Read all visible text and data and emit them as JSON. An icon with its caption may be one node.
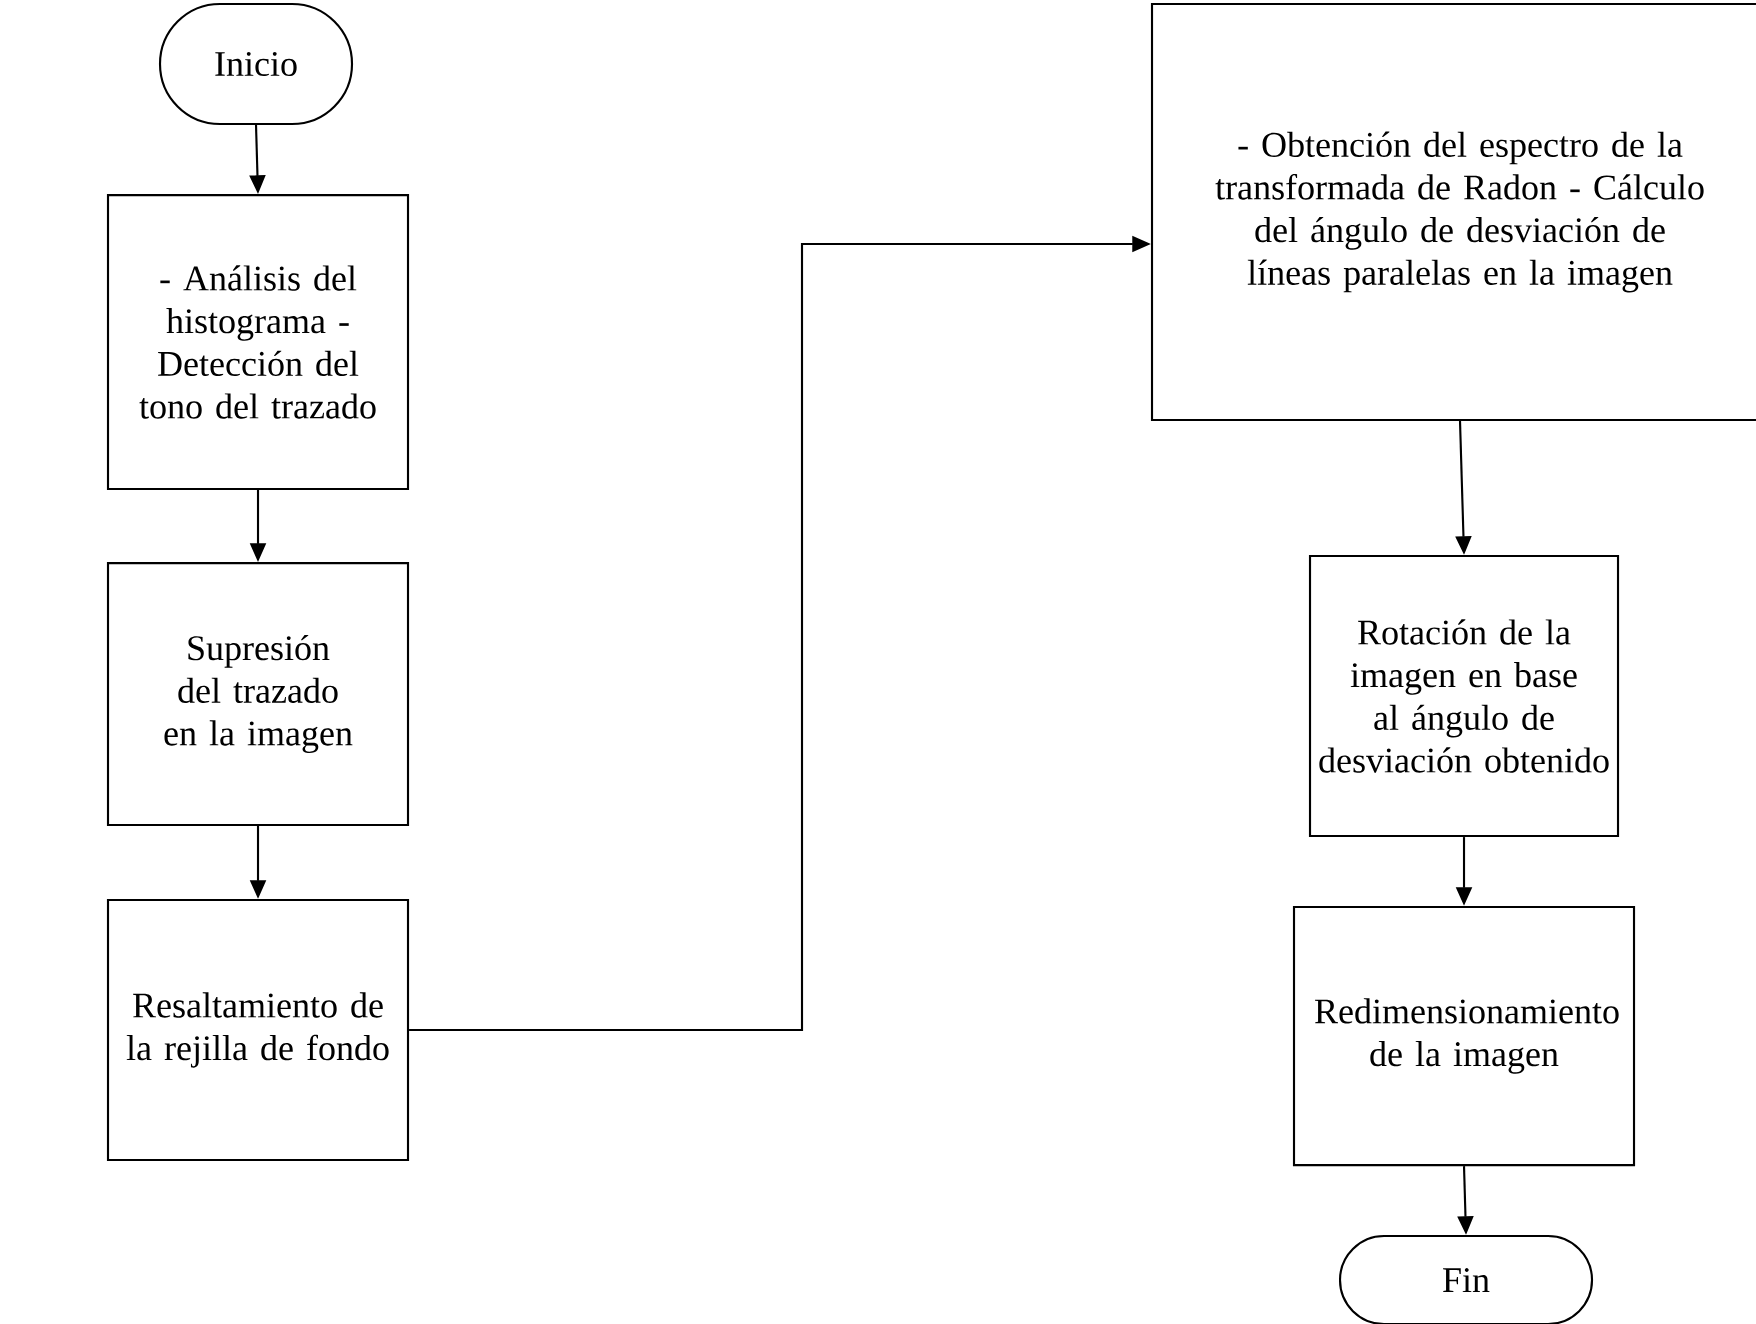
{
  "diagram": {
    "nodes": [
      {
        "text": [
          "Inicio"
        ]
      },
      {
        "text": [
          "- Análisis del histograma - Detección del tono del trazado"
        ]
      },
      {
        "text": [
          "Supresión del trazado en la imagen"
        ]
      },
      {
        "text": [
          "Resaltamiento de la rejilla de fondo"
        ]
      },
      {
        "text": [
          "- Obtención del espectro de la transformada de Radon - Cálculo del ángulo de desviación de líneas paralelas en la imagen"
        ]
      },
      {
        "text": [
          "Rotación de la imagen en base al ángulo de desviación obtenido"
        ]
      },
      {
        "text": [
          "Redimensionamiento de la imagen"
        ]
      },
      {
        "text": [
          "Fin"
        ]
      }
    ],
    "edges": [
      {
        "from": 0,
        "to": 1,
        "arrow": "to"
      },
      {
        "from": 1,
        "to": 2,
        "arrow": "to"
      },
      {
        "from": 2,
        "to": 3,
        "arrow": "to"
      },
      {
        "from": 3,
        "to": 4,
        "arrow": "to"
      },
      {
        "from": 4,
        "to": 5,
        "arrow": "to"
      },
      {
        "from": 5,
        "to": 6,
        "arrow": "to"
      },
      {
        "from": 6,
        "to": 7,
        "arrow": "to"
      }
    ]
  }
}
